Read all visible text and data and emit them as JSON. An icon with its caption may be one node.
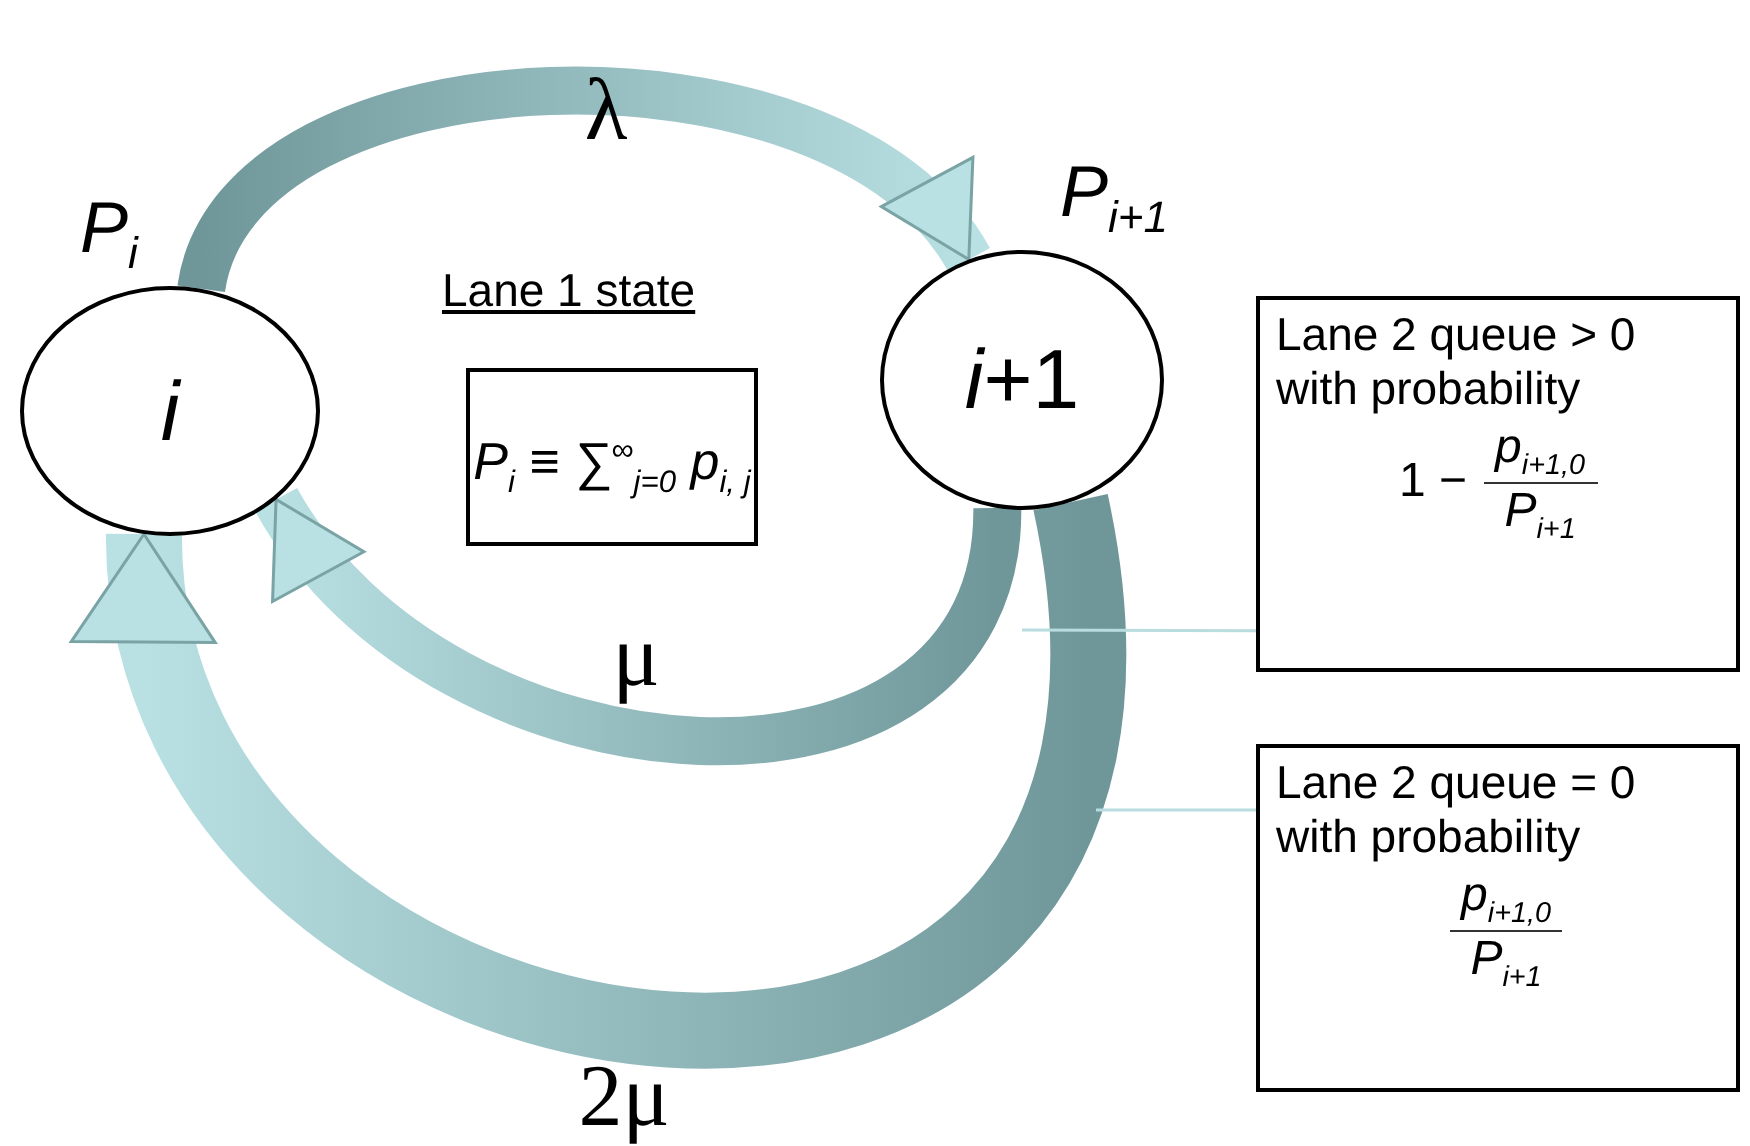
{
  "diagram": {
    "nodes": [
      {
        "text": [
          "*i*"
        ],
        "beside": [
          "P$_{i}$"
        ]
      },
      {
        "text": [
          "*i*+1"
        ],
        "beside": [
          "P$_{i+1}$"
        ]
      },
      {
        "text": [
          "Lane 1 state",
          "P$_{i}$ ≡ ∑$^{∞}$$_{j=0}$ p$_{i, j}$"
        ]
      },
      {
        "text": [
          "Lane 2 queue > 0 with probability",
          "1 −",
          "p$_{i+1,0}$",
          "P$_{i+1}$"
        ]
      },
      {
        "text": [
          "Lane 2 queue = 0 with probability",
          "p$_{i+1,0}$",
          "P$_{i+1}$"
        ]
      }
    ],
    "edges": [
      {
        "from": 0,
        "to": 1,
        "arrow": "to",
        "label": "λ"
      },
      {
        "from": 1,
        "to": 0,
        "arrow": "to",
        "label": "μ"
      },
      {
        "from": 1,
        "to": 0,
        "arrow": "to",
        "label": "2μ"
      },
      {
        "from": 3,
        "to": null,
        "arrow": "none"
      },
      {
        "from": 4,
        "to": null,
        "arrow": "none"
      }
    ]
  }
}
